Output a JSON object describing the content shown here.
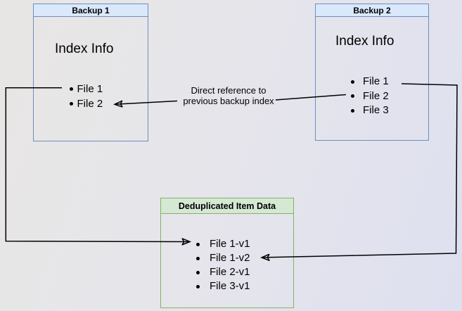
{
  "diagram": {
    "backup1": {
      "title": "Backup 1",
      "index_label": "Index Info",
      "files": [
        "File 1",
        "File 2"
      ]
    },
    "backup2": {
      "title": "Backup 2",
      "index_label": "Index Info",
      "files": [
        "File 1",
        "File 2",
        "File 3"
      ]
    },
    "dedup": {
      "title": "Deduplicated Item Data",
      "files": [
        "File 1-v1",
        "File 1-v2",
        "File 2-v1",
        "File 3-v1"
      ]
    },
    "edge_label": {
      "line1": "Direct reference to",
      "line2": "previous backup index"
    },
    "colors": {
      "blue_fill": "#dae8fc",
      "blue_border": "#6c8ebf",
      "green_fill": "#d5e8d4",
      "green_border": "#82b366",
      "arrow": "#000000"
    }
  }
}
